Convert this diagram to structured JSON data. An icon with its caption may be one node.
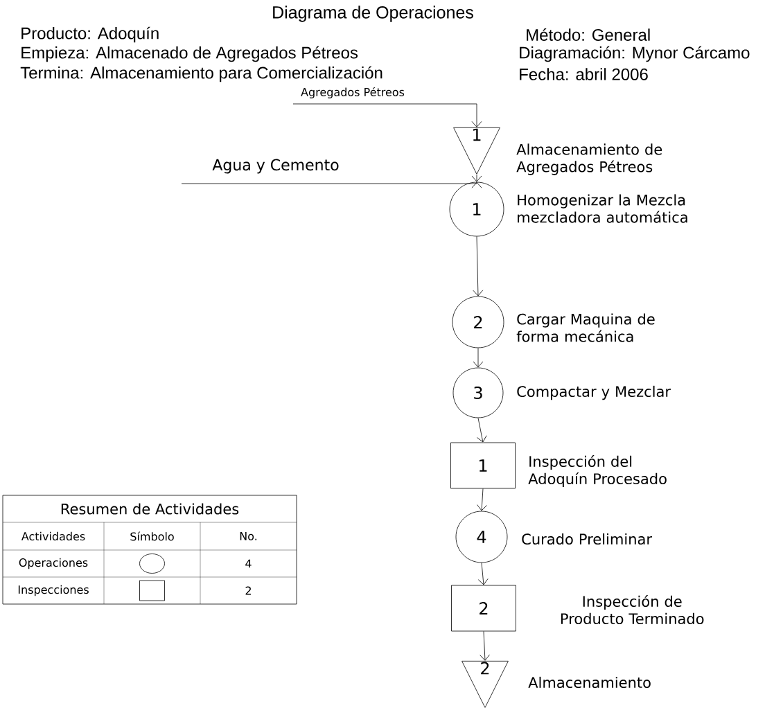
{
  "diagram": {
    "title": "Diagrama de Operaciones",
    "nodes": [
      {
        "text": [
          "1"
        ],
        "beside": [
          "Almacenamiento de Agregados Pétreos"
        ]
      },
      {
        "text": [
          "1"
        ],
        "beside": [
          "Homogenizar la Mezcla mezcladora automática"
        ]
      },
      {
        "text": [
          "2"
        ],
        "beside": [
          "Cargar Maquina de forma mecánica"
        ]
      },
      {
        "text": [
          "3"
        ],
        "beside": [
          "Compactar y Mezclar"
        ]
      },
      {
        "text": [
          "1"
        ],
        "beside": [
          "Inspección del Adoquín Procesado"
        ]
      },
      {
        "text": [
          "4"
        ],
        "beside": [
          "Curado Preliminar"
        ]
      },
      {
        "text": [
          "2"
        ],
        "beside": [
          "Inspección de Producto Terminado"
        ]
      },
      {
        "text": [
          "2"
        ],
        "beside": [
          "Almacenamiento"
        ]
      }
    ],
    "edges": [
      {
        "from": null,
        "to": 0,
        "arrow": "to",
        "label": "Agregados Pétreos"
      },
      {
        "from": null,
        "to": 1,
        "arrow": "to",
        "label": "Agua y Cemento"
      },
      {
        "from": 0,
        "to": 1,
        "arrow": "to"
      },
      {
        "from": 1,
        "to": 2,
        "arrow": "to"
      },
      {
        "from": 2,
        "to": 3,
        "arrow": "to"
      },
      {
        "from": 3,
        "to": 4,
        "arrow": "to"
      },
      {
        "from": 4,
        "to": 5,
        "arrow": "to"
      },
      {
        "from": 5,
        "to": 6,
        "arrow": "to"
      },
      {
        "from": 6,
        "to": 7,
        "arrow": "to"
      }
    ],
    "labels": [
      "Producto: Adoquín",
      "Método: General",
      "Empieza: Almacenado de Agregados Pétreos",
      "Diagramación: Mynor Cárcamo",
      "Termina: Almacenamiento para Comercialización",
      "Fecha: abril 2006",
      "Resumen de Actividades",
      "Actividades",
      "Símbolo",
      "No.",
      "Operaciones",
      "4",
      "Inspecciones",
      "2"
    ]
  }
}
